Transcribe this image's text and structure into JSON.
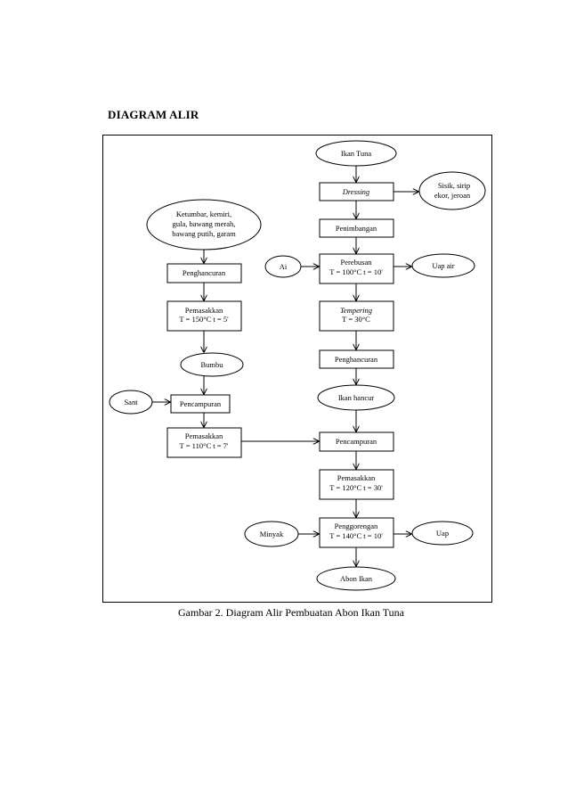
{
  "heading": "DIAGRAM ALIR",
  "caption": "Gambar 2. Diagram Alir Pembuatan Abon Ikan Tuna",
  "nodes": {
    "ikan_tuna": "Ikan Tuna",
    "dressing": "Dressing",
    "sisik": [
      "Sisik, sirip",
      "ekor, jeroan"
    ],
    "penimbangan": "Penimbangan",
    "ai": "Ai",
    "perebusan": [
      "Perebusan",
      "T = 100°C t = 10'"
    ],
    "uap_air": "Uap air",
    "tempering": [
      "Tempering",
      "T = 30°C"
    ],
    "penghancuran_right": "Penghancuran",
    "ikan_hancur": "Ikan hancur",
    "pencampuran_right": "Pencampuran",
    "pemasakkan_120": [
      "Pemasakkan",
      "T = 120°C t = 30'"
    ],
    "minyak": "Minyak",
    "penggorengan": [
      "Penggorengan",
      "T = 140°C t = 10'"
    ],
    "uap": "Uap",
    "abon_ikan": "Abon Ikan",
    "ketumbar": [
      "Ketumbar, kemiri,",
      "gula, bawang merah,",
      "bawang putih, garam"
    ],
    "penghancuran_left": "Penghancuran",
    "pemasakkan_150": [
      "Pemasakkan",
      "T = 150°C t = 5'"
    ],
    "bumbu": "Bumbu",
    "sant": "Sant",
    "pencampuran_left": "Pencampuran",
    "pemasakkan_110": [
      "Pemasakkan",
      "T = 110°C t = 7'"
    ]
  }
}
